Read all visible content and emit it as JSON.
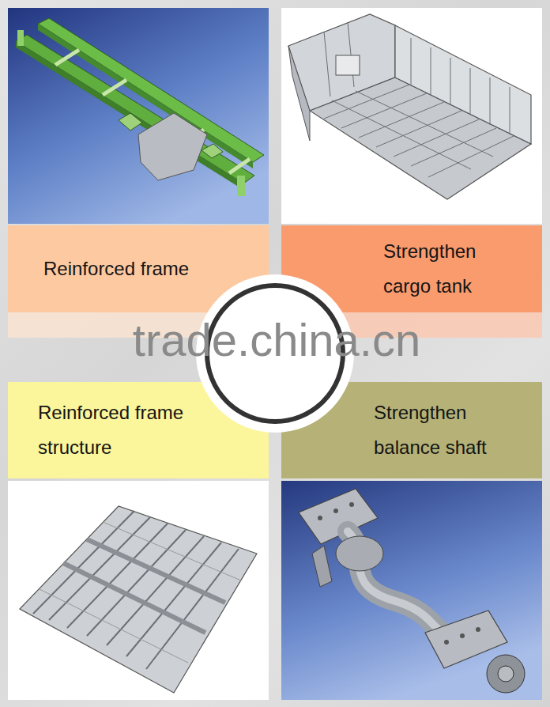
{
  "diagram": {
    "nodes": [
      {
        "text": [
          "Reinforced frame"
        ]
      },
      {
        "text": [
          "Strengthen cargo tank"
        ]
      },
      {
        "text": [
          "Reinforced frame structure"
        ]
      },
      {
        "text": [
          "Strengthen balance shaft"
        ]
      }
    ],
    "labels": [
      "trade.china.cn"
    ]
  }
}
